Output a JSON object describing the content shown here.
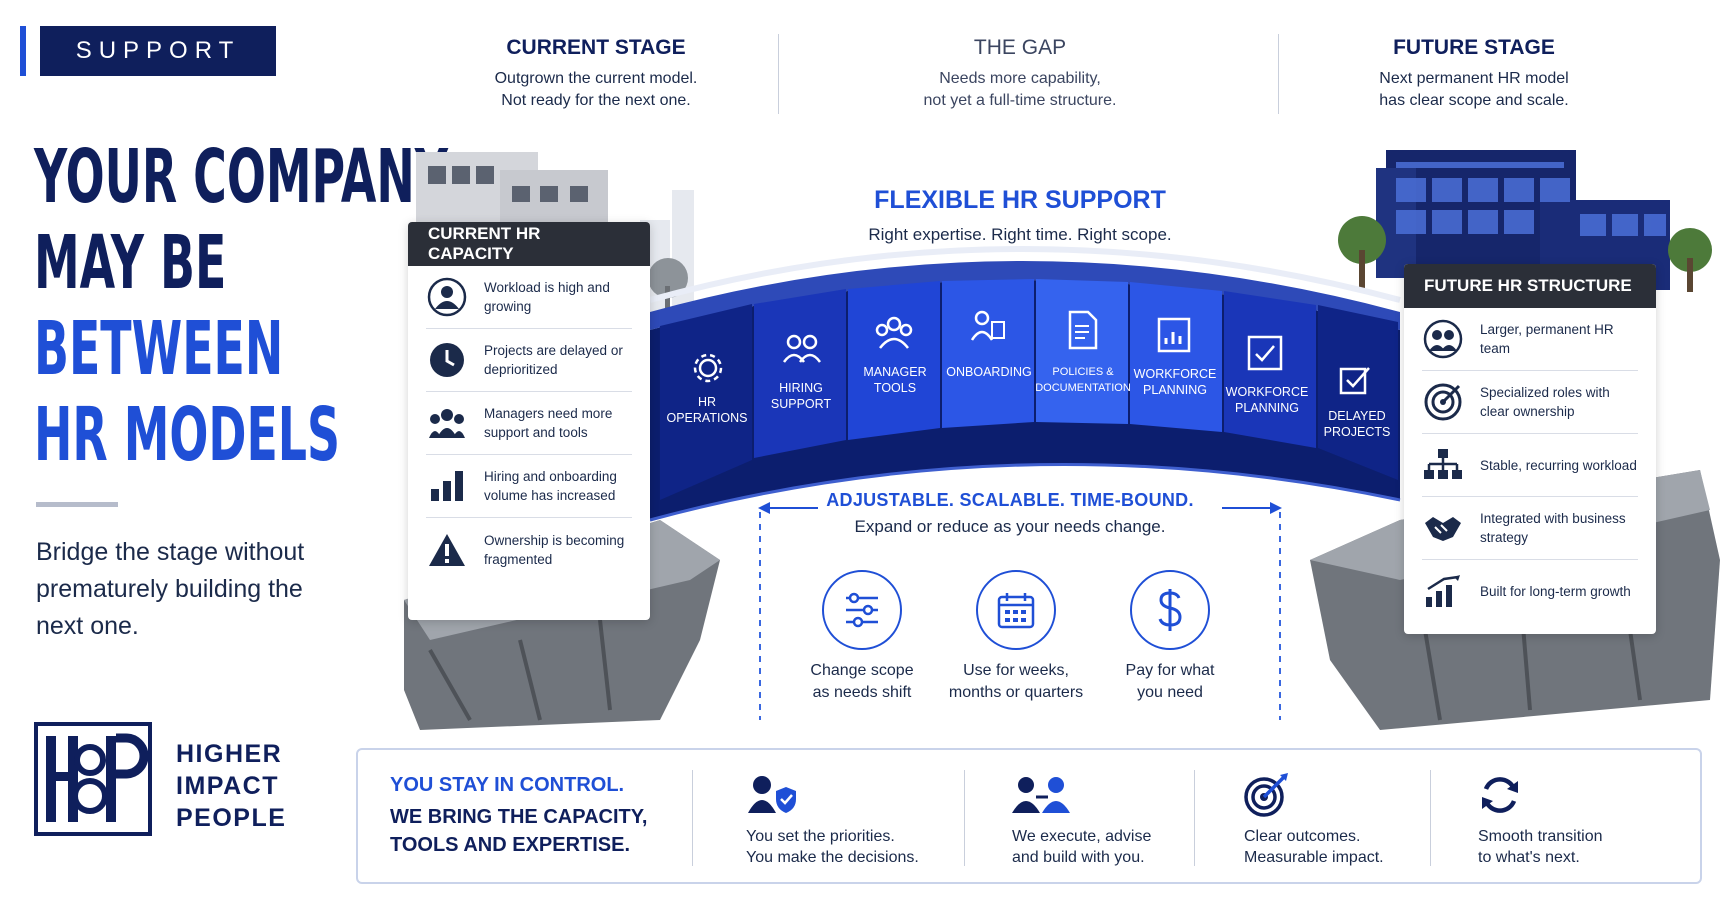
{
  "support_tag": "SUPPORT",
  "headline": {
    "line1": "YOUR COMPANY",
    "line2": "MAY BE",
    "line3": "BETWEEN",
    "line4": "HR MODELS"
  },
  "subline": "Bridge the stage without prematurely building the next one.",
  "logo": {
    "monogram": "H8P",
    "line1": "HIGHER",
    "line2": "IMPACT",
    "line3": "PEOPLE"
  },
  "stages": [
    {
      "title": "CURRENT STAGE",
      "line1": "Outgrown the current model.",
      "line2": "Not ready for the next one."
    },
    {
      "title": "THE GAP",
      "line1": "Needs more capability,",
      "line2": "not yet a full-time structure."
    },
    {
      "title": "FUTURE STAGE",
      "line1": "Next permanent HR model",
      "line2": "has clear scope and scale."
    }
  ],
  "flexible": {
    "title": "FLEXIBLE HR SUPPORT",
    "subtitle": "Right expertise. Right time. Right scope."
  },
  "current_capacity": {
    "title": "CURRENT HR CAPACITY",
    "items": [
      {
        "icon": "person-icon",
        "text": "Workload is high and growing"
      },
      {
        "icon": "clock-icon",
        "text": "Projects are delayed or deprioritized"
      },
      {
        "icon": "group-icon",
        "text": "Managers need more support and tools"
      },
      {
        "icon": "bar-chart-icon",
        "text": "Hiring and onboarding volume has increased"
      },
      {
        "icon": "warning-icon",
        "text": "Ownership is becoming fragmented"
      }
    ]
  },
  "future_structure": {
    "title": "FUTURE HR STRUCTURE",
    "items": [
      {
        "icon": "team-icon",
        "text": "Larger, permanent HR team"
      },
      {
        "icon": "target-icon",
        "text": "Specialized roles with clear ownership"
      },
      {
        "icon": "org-chart-icon",
        "text": "Stable, recurring workload"
      },
      {
        "icon": "handshake-icon",
        "text": "Integrated with business strategy"
      },
      {
        "icon": "growth-chart-icon",
        "text": "Built for long-term growth"
      }
    ]
  },
  "bridge_segments": [
    {
      "icon": "gear-icon",
      "line1": "HR",
      "line2": "OPERATIONS"
    },
    {
      "icon": "people-icon",
      "line1": "HIRING",
      "line2": "SUPPORT"
    },
    {
      "icon": "manager-icon",
      "line1": "MANAGER",
      "line2": "TOOLS"
    },
    {
      "icon": "onboarding-icon",
      "line1": "ONBOARDING",
      "line2": ""
    },
    {
      "icon": "document-icon",
      "line1": "POLICIES &",
      "line2": "DOCUMENTATION"
    },
    {
      "icon": "planning-chart-icon",
      "line1": "WORKFORCE",
      "line2": "PLANNING"
    },
    {
      "icon": "checklist-icon",
      "line1": "WORKFORCE",
      "line2": "PLANNING"
    },
    {
      "icon": "check-box-icon",
      "line1": "DELAYED",
      "line2": "PROJECTS"
    }
  ],
  "adjustable": {
    "title": "ADJUSTABLE. SCALABLE. TIME-BOUND.",
    "subtitle": "Expand or reduce as your needs change.",
    "features": [
      {
        "icon": "sliders-icon",
        "line1": "Change scope",
        "line2": "as needs shift"
      },
      {
        "icon": "calendar-icon",
        "line1": "Use for weeks,",
        "line2": "months or quarters"
      },
      {
        "icon": "dollar-icon",
        "line1": "Pay for what",
        "line2": "you need"
      }
    ]
  },
  "bottom": {
    "lead1": "YOU STAY IN CONTROL.",
    "lead2": "WE BRING THE CAPACITY, TOOLS AND EXPERTISE.",
    "items": [
      {
        "icon": "user-shield-icon",
        "line1": "You set the priorities.",
        "line2": "You make the decisions."
      },
      {
        "icon": "collaborate-icon",
        "line1": "We execute, advise",
        "line2": "and build with you."
      },
      {
        "icon": "target-icon",
        "line1": "Clear outcomes.",
        "line2": "Measurable impact."
      },
      {
        "icon": "refresh-icon",
        "line1": "Smooth transition",
        "line2": "to what's next."
      }
    ]
  },
  "colors": {
    "navy": "#0f1f5c",
    "blue": "#1f4fd6",
    "dark_header": "#2b2f38"
  }
}
